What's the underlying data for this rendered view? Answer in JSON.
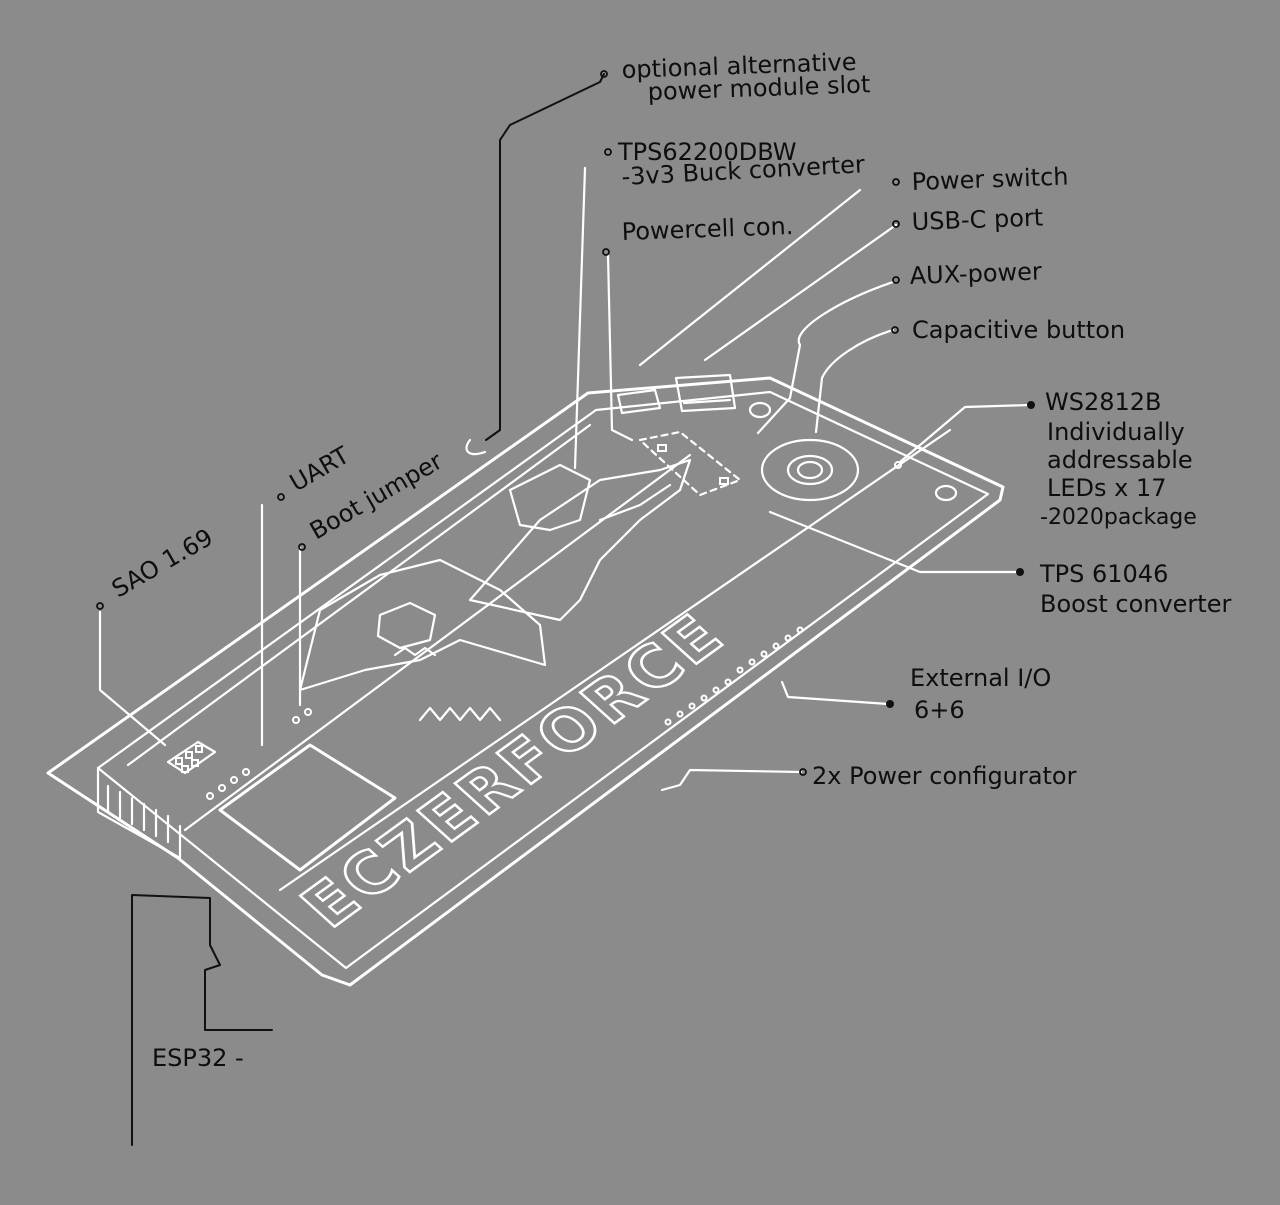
{
  "diagram": {
    "board_logo": "ECZERFORCE",
    "labels": {
      "alt_power": [
        "optional alternative",
        "power module slot"
      ],
      "buck": [
        "TPS62200DBW",
        "-3v3 Buck converter"
      ],
      "powercell": "Powercell con.",
      "power_switch": "Power switch",
      "usbc": "USB-C port",
      "aux": "AUX-power",
      "cap_button": "Capacitive button",
      "leds": [
        "WS2812B",
        "Individually",
        "addressable",
        "LEDs x 17",
        "-2020package"
      ],
      "boost": [
        "TPS 61046",
        "Boost converter"
      ],
      "external_io": [
        "External I/O",
        "6+6"
      ],
      "power_config": "2x Power configurator",
      "uart": "UART",
      "boot_jumper": "Boot jumper",
      "sao": "SAO 1.69",
      "esp32": "ESP32 -"
    }
  }
}
